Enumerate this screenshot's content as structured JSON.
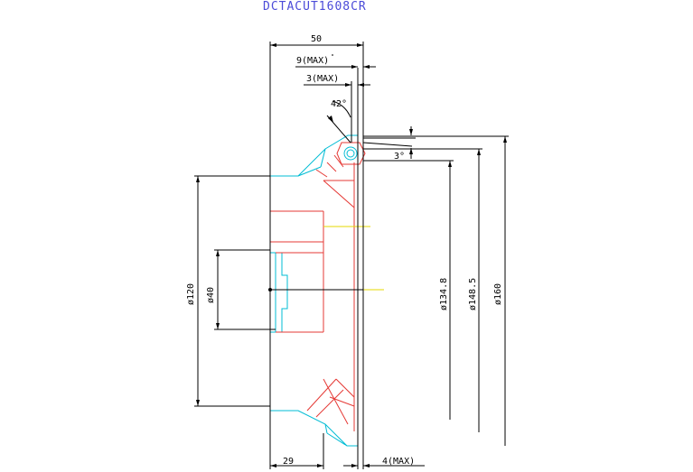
{
  "title": "DCTACUT1608CR",
  "dimensions": {
    "overall_width": "50",
    "max_9": "9(MAX)",
    "max_3": "3(MAX)",
    "angle_42": "42°",
    "angle_3": "3°",
    "dia_120": "ø120",
    "dia_40": "ø40",
    "dia_134_8": "ø134.8",
    "dia_148_5": "ø148.5",
    "dia_160": "ø160",
    "bottom_29": "29",
    "max_4": "4(MAX)"
  },
  "colors": {
    "outline": "#00bcd4",
    "section": "#e53935",
    "centerline": "#e6d800",
    "dimension": "#000000",
    "title": "#4b4bd8"
  }
}
